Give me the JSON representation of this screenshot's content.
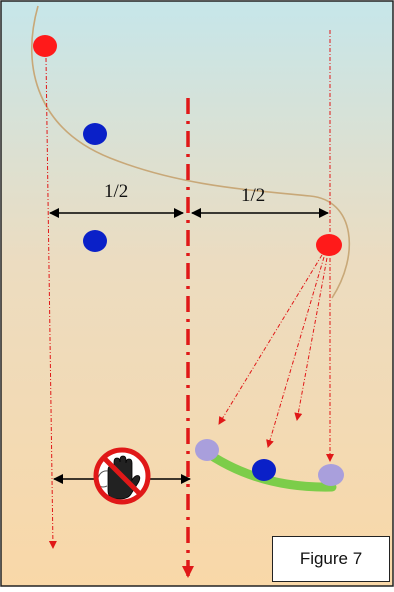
{
  "labels": {
    "left_half": "1/2",
    "right_half": "1/2",
    "figure_caption": "Figure 7"
  },
  "colors": {
    "background_top": "#c6e6ea",
    "background_bottom": "#f9d8a8",
    "red_dot": "#ff1a1a",
    "blue_dot": "#0a20c8",
    "purple_dot": "#a99fdc",
    "green_arc": "#7ccd4a",
    "curve": "#c8a878",
    "dashed_red": "#e01818",
    "frame": "#222222"
  },
  "icons": {
    "prohibition": "no-hand-stop-icon"
  }
}
